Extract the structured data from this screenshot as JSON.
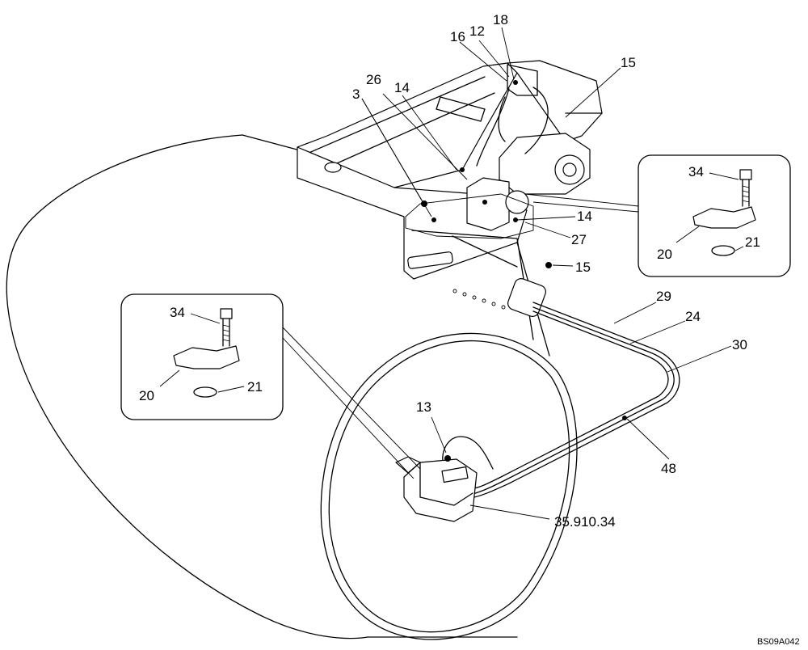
{
  "drawing": {
    "reference_code": "BS09A042",
    "callouts": {
      "c16": "16",
      "c12": "12",
      "c18": "18",
      "c15_top": "15",
      "c14_top": "14",
      "c26": "26",
      "c3": "3",
      "c14_mid": "14",
      "c27": "27",
      "c15_mid": "15",
      "c29": "29",
      "c24": "24",
      "c30": "30",
      "c48": "48",
      "c13": "13",
      "c35910": "35.910.34",
      "r_34": "34",
      "r_20": "20",
      "r_21": "21",
      "l_34": "34",
      "l_20": "20",
      "l_21": "21"
    }
  }
}
